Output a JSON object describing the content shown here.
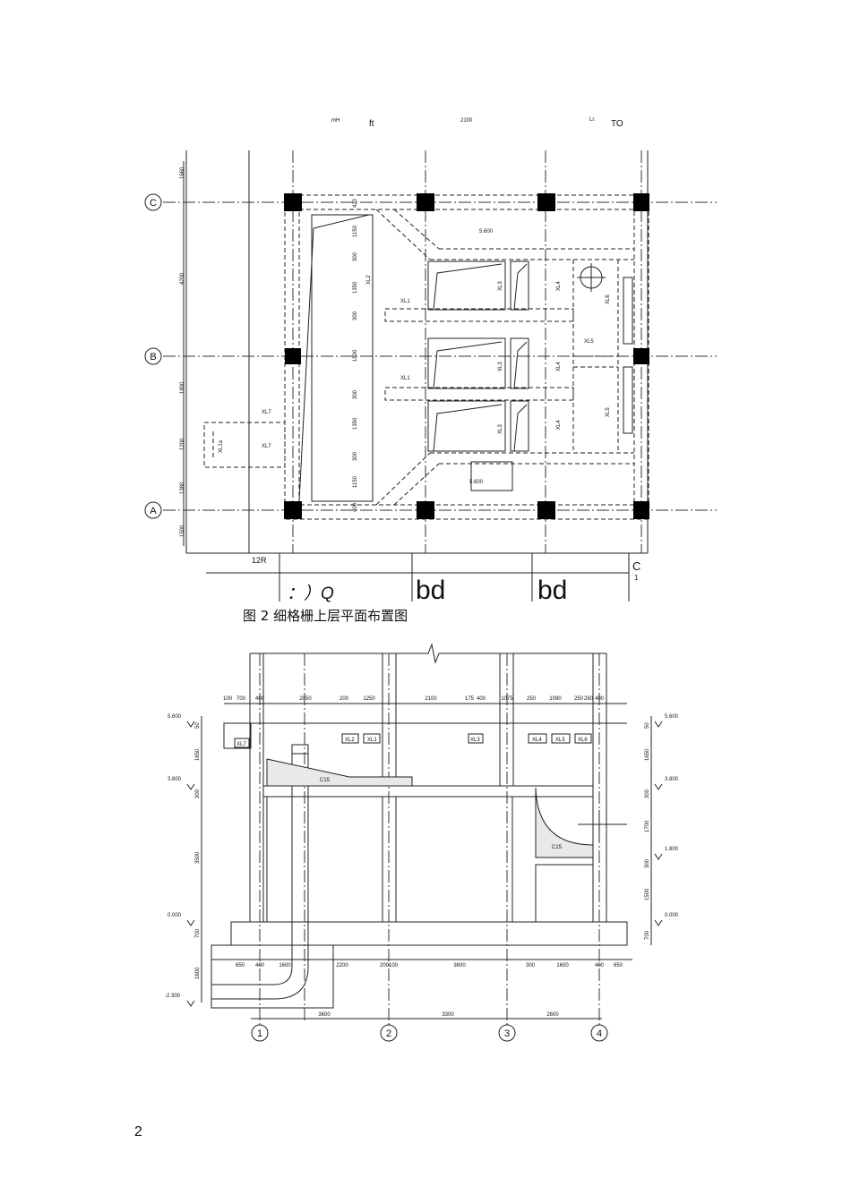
{
  "top_labels": {
    "mH": "mH",
    "ft": "ft",
    "dim_2100": "2100",
    "lr": "Lr.",
    "to": "TO"
  },
  "plan": {
    "axes": {
      "c": "C",
      "b": "B",
      "a": "A"
    },
    "left_dims": [
      "1660",
      "4200",
      "1800",
      "1200",
      "1380",
      "1500"
    ],
    "inner_dims": [
      "420",
      "1150",
      "300",
      "1350",
      "300",
      "1800",
      "300",
      "1350",
      "300",
      "1150",
      "400"
    ],
    "beams": [
      "XL1",
      "XL1",
      "XL2",
      "XL3",
      "XL3",
      "XL3",
      "XL4",
      "XL4",
      "XL4",
      "XL5",
      "XL6",
      "XL5",
      "XL7",
      "XL7",
      "XL1a"
    ],
    "levels": [
      "5.600",
      "5.600"
    ],
    "bottom_labels": {
      "r12": "12R",
      "c": "C",
      "one": "1",
      "q": "：）Q",
      "bd1": "bd",
      "bd2": "bd"
    }
  },
  "caption": "图 2 细格栅上层平面布置图",
  "section": {
    "top_dims": [
      "100",
      "700",
      "400",
      "2050",
      "200",
      "1250",
      "2100",
      "175",
      "400",
      "1075",
      "250",
      "1090",
      "250",
      "260",
      "400"
    ],
    "bottom_dims": [
      "650",
      "400",
      "1600",
      "2200",
      "200",
      "100",
      "3600",
      "300",
      "1600",
      "400",
      "650"
    ],
    "axis_dims": [
      "3600",
      "3300",
      "2600"
    ],
    "axes": [
      "1",
      "2",
      "3",
      "4"
    ],
    "levels_left": [
      "5.600",
      "3.800",
      "0.000",
      "-2.300"
    ],
    "levels_right": [
      "5.600",
      "3.800",
      "1.800",
      "0.000"
    ],
    "left_vdims": [
      "50",
      "1650",
      "300",
      "3500",
      "700",
      "1600"
    ],
    "right_vdims": [
      "50",
      "1650",
      "300",
      "1700",
      "300",
      "1500",
      "700"
    ],
    "beams": [
      "XL7",
      "XL2",
      "XL1",
      "XL3",
      "XL4",
      "XL5",
      "XL6"
    ],
    "concrete": [
      "C15",
      "C15"
    ]
  },
  "page_number": "2"
}
